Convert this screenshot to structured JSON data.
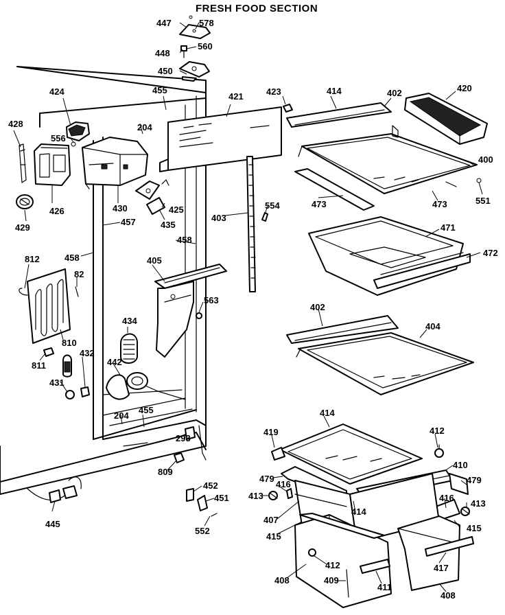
{
  "title": "FRESH FOOD SECTION",
  "labels": {
    "l447": "447",
    "l578": "578",
    "l448": "448",
    "l560": "560",
    "l450": "450",
    "l424": "424",
    "l455a": "455",
    "l421": "421",
    "l423": "423",
    "l414a": "414",
    "l402a": "402",
    "l420": "420",
    "l428": "428",
    "l204a": "204",
    "l556": "556",
    "l400": "400",
    "l551": "551",
    "l473a": "473",
    "l473b": "473",
    "l403": "403",
    "l554": "554",
    "l426": "426",
    "l430": "430",
    "l425": "425",
    "l435": "435",
    "l429": "429",
    "l457": "457",
    "l458a": "458",
    "l471": "471",
    "l472": "472",
    "l812": "812",
    "l458b": "458",
    "l405": "405",
    "l82": "82",
    "l563": "563",
    "l434": "434",
    "l810": "810",
    "l402b": "402",
    "l404": "404",
    "l811": "811",
    "l432": "432",
    "l442": "442",
    "l431": "431",
    "l204b": "204",
    "l455b": "455",
    "l293": "293",
    "l414b": "414",
    "l419": "419",
    "l412a": "412",
    "l809": "809",
    "l410": "410",
    "l479a": "479",
    "l479b": "479",
    "l452": "452",
    "l451": "451",
    "l416a": "416",
    "l413a": "413",
    "l416b": "416",
    "l413b": "413",
    "l414c": "414",
    "l407": "407",
    "l445": "445",
    "l552": "552",
    "l415a": "415",
    "l415b": "415",
    "l408a": "408",
    "l412b": "412",
    "l409": "409",
    "l411": "411",
    "l417": "417",
    "l408b": "408"
  },
  "icons": [
    "refrigerator-cabinet",
    "shelf",
    "crisper-drawer",
    "meat-pan",
    "light-socket",
    "control-housing",
    "heater",
    "hinge",
    "damper"
  ]
}
